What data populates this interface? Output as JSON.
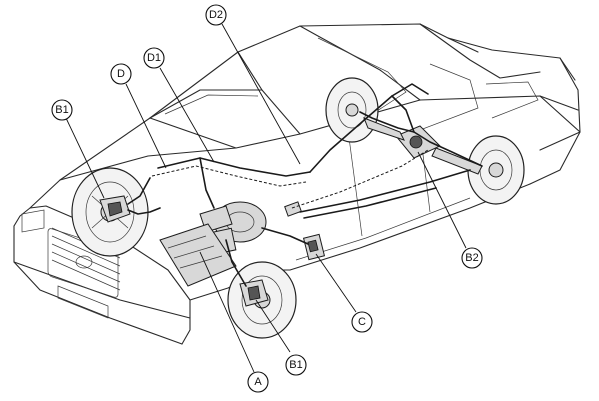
{
  "callouts": {
    "D2": "D2",
    "D1": "D1",
    "D": "D",
    "B1_left": "B1",
    "B1_front": "B1",
    "B2": "B2",
    "C": "C",
    "A": "A"
  }
}
